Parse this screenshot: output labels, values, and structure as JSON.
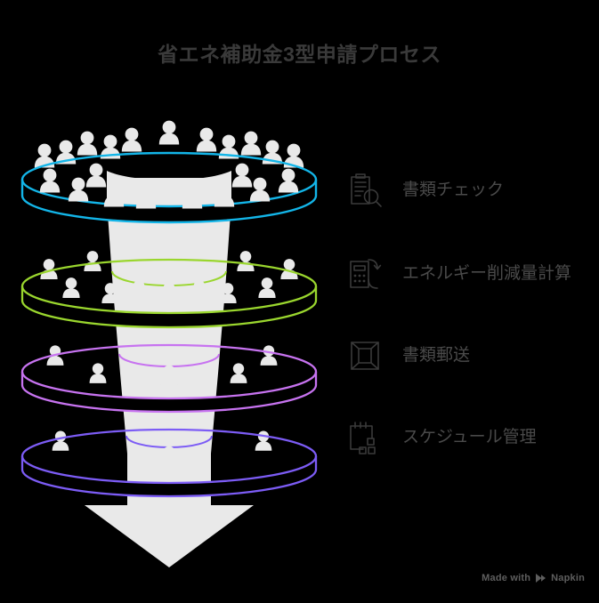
{
  "page": {
    "title": "省エネ補助金3型申請プロセス",
    "background_color": "#000000",
    "title_color": "#3a3a3a"
  },
  "funnel": {
    "type": "layered-funnel",
    "column_color": "#e9e9e9",
    "person_icon_color": "#e8e8e8",
    "arrow_color": "#e9e9e9",
    "layers": [
      {
        "index": 1,
        "ring_color": "#13b5e8",
        "person_count": 21,
        "label": "書類チェック",
        "icon": "clipboard-search-icon"
      },
      {
        "index": 2,
        "ring_color": "#9ad62e",
        "person_count": 11,
        "label": "エネルギー削減量計算",
        "icon": "calculator-refresh-icon"
      },
      {
        "index": 3,
        "ring_color": "#c773f0",
        "person_count": 5,
        "label": "書類郵送",
        "icon": "envelope-icon"
      },
      {
        "index": 4,
        "ring_color": "#7c5cf5",
        "person_count": 3,
        "label": "スケジュール管理",
        "icon": "calendar-blocks-icon"
      }
    ]
  },
  "steps": [
    {
      "icon": "clipboard-search-icon",
      "label": "書類チェック"
    },
    {
      "icon": "calculator-refresh-icon",
      "label": "エネルギー削減量計算"
    },
    {
      "icon": "envelope-icon",
      "label": "書類郵送"
    },
    {
      "icon": "calendar-blocks-icon",
      "label": "スケジュール管理"
    }
  ],
  "watermark": {
    "text_before": "Made with",
    "brand": "Napkin",
    "mark": "napkin-logo-icon"
  }
}
